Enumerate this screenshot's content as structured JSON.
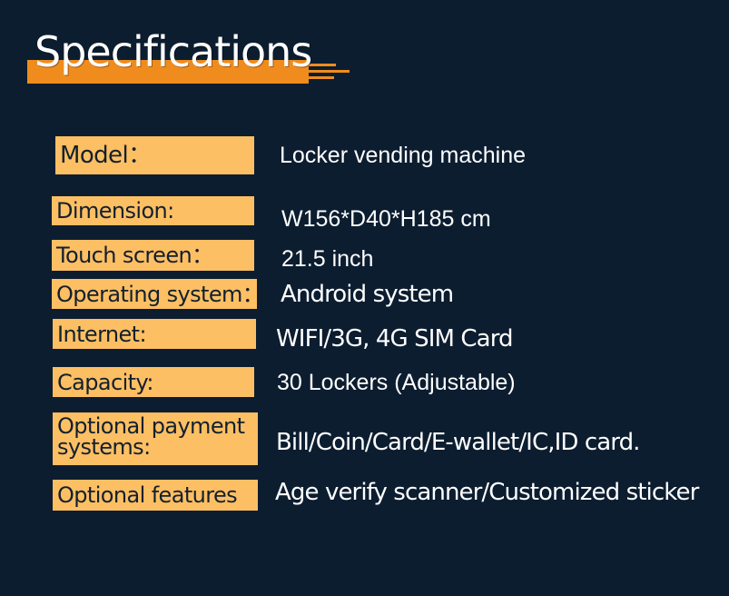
{
  "title": "Specifications",
  "rows": [
    {
      "label": "Model：",
      "value": "Locker vending machine"
    },
    {
      "label": "Dimension:",
      "value": "W156*D40*H185 cm"
    },
    {
      "label": "Touch screen：",
      "value": "21.5 inch"
    },
    {
      "label": "Operating system：",
      "value": "Android system"
    },
    {
      "label": "Internet:",
      "value": "WIFI/3G, 4G SIM Card"
    },
    {
      "label": "Capacity:",
      "value": "30 Lockers (Adjustable)"
    },
    {
      "label": "Optional payment systems:",
      "value": "Bill/Coin/Card/E-wallet/IC,ID card."
    },
    {
      "label": "Optional features",
      "value": "Age verify scanner/Customized sticker"
    }
  ],
  "colors": {
    "background": "#0c1d30",
    "label_fill": "#fdbf63",
    "accent": "#f08c1e",
    "text": "#ffffff"
  }
}
